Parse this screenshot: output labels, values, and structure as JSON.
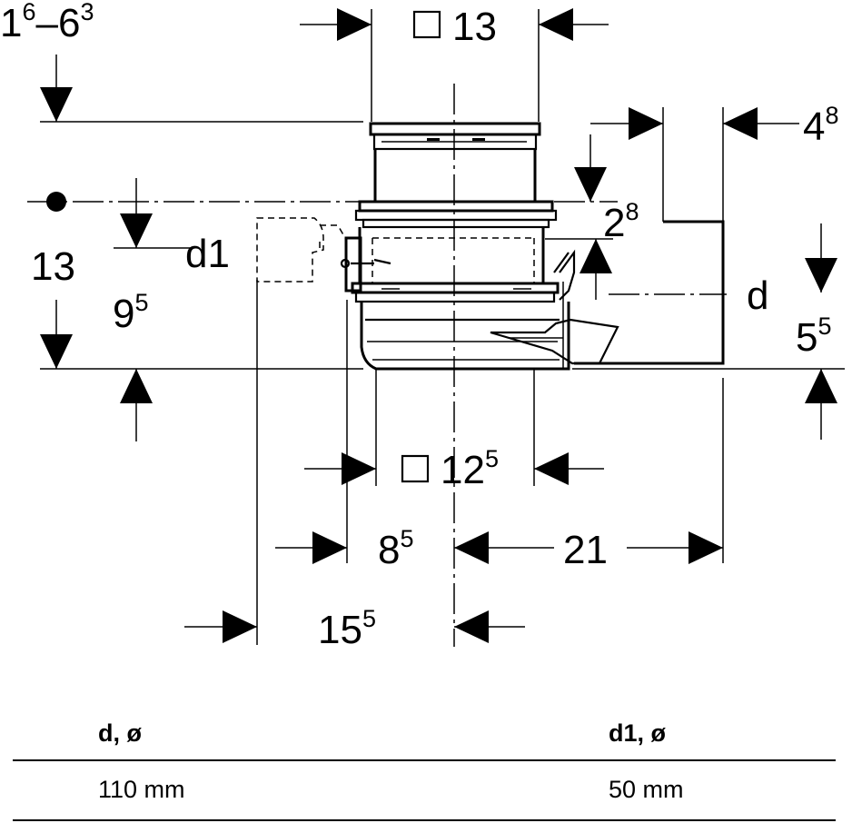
{
  "dimensions": {
    "top_width": {
      "symbol": "□",
      "value": "13"
    },
    "height_adjust": {
      "base": "1",
      "base_sup": "6",
      "sep": "–",
      "top": "6",
      "top_sup": "3"
    },
    "wall_offset": {
      "base": "4",
      "sup": "8"
    },
    "step": {
      "base": "2",
      "sup": "8"
    },
    "axis_height": "13",
    "d1_label": "d1",
    "d1_height": {
      "base": "9",
      "sup": "5"
    },
    "d_label": "d",
    "d_height": {
      "base": "5",
      "sup": "5"
    },
    "bottom_width": {
      "symbol": "□",
      "base": "12",
      "sup": "5"
    },
    "left_offset": {
      "base": "8",
      "sup": "5"
    },
    "right_offset": "21",
    "total_left": {
      "base": "15",
      "sup": "5"
    }
  },
  "table": {
    "headers": [
      "d, ø",
      "d1, ø"
    ],
    "values": [
      "110 mm",
      "50 mm"
    ]
  }
}
